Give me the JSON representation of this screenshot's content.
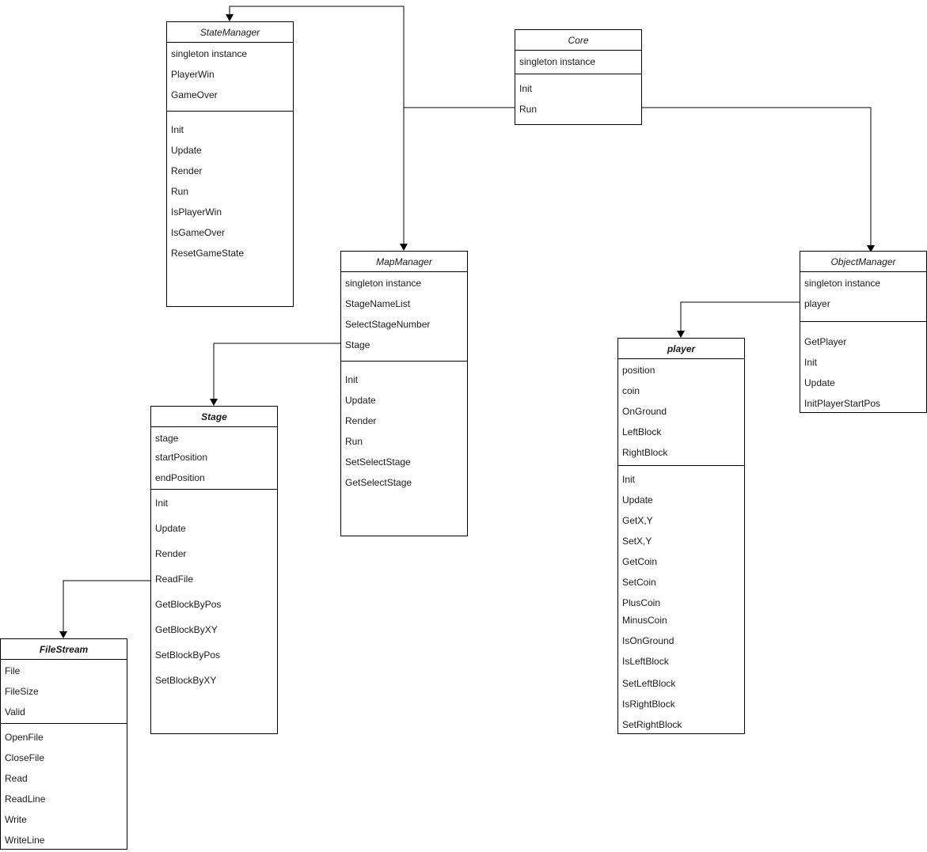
{
  "classes": {
    "state_manager": {
      "name": "StateManager",
      "fields": [
        "singleton instance",
        "PlayerWin",
        "GameOver"
      ],
      "methods": [
        "Init",
        "Update",
        "Render",
        "Run",
        "IsPlayerWin",
        "IsGameOver",
        "ResetGameState"
      ]
    },
    "core": {
      "name": "Core",
      "fields": [
        "singleton instance"
      ],
      "methods": [
        "Init",
        "Run"
      ]
    },
    "map_manager": {
      "name": "MapManager",
      "fields": [
        "singleton instance",
        "StageNameList",
        "SelectStageNumber",
        "Stage"
      ],
      "methods": [
        "Init",
        "Update",
        "Render",
        "Run",
        "SetSelectStage",
        "GetSelectStage"
      ]
    },
    "object_manager": {
      "name": "ObjectManager",
      "fields": [
        "singleton instance",
        "player"
      ],
      "methods": [
        "GetPlayer",
        "Init",
        "Update",
        "InitPlayerStartPos"
      ]
    },
    "player": {
      "name": "player",
      "fields": [
        "position",
        "coin",
        "OnGround",
        "LeftBlock",
        "RightBlock"
      ],
      "methods": [
        "Init",
        "Update",
        "GetX,Y",
        "SetX,Y",
        "GetCoin",
        "SetCoin",
        "PlusCoin",
        "MinusCoin",
        "IsOnGround",
        "IsLeftBlock",
        "SetLeftBlock",
        "IsRightBlock",
        "SetRightBlock"
      ]
    },
    "stage": {
      "name": "Stage",
      "fields": [
        "stage",
        "startPosition",
        "endPosition"
      ],
      "methods": [
        "Init",
        "Update",
        "Render",
        "ReadFile",
        "GetBlockByPos",
        "GetBlockByXY",
        "SetBlockByPos",
        "SetBlockByXY"
      ]
    },
    "file_stream": {
      "name": "FileStream",
      "fields": [
        "File",
        "FileSize",
        "Valid"
      ],
      "methods": [
        "OpenFile",
        "CloseFile",
        "Read",
        "ReadLine",
        "Write",
        "WriteLine"
      ]
    }
  }
}
